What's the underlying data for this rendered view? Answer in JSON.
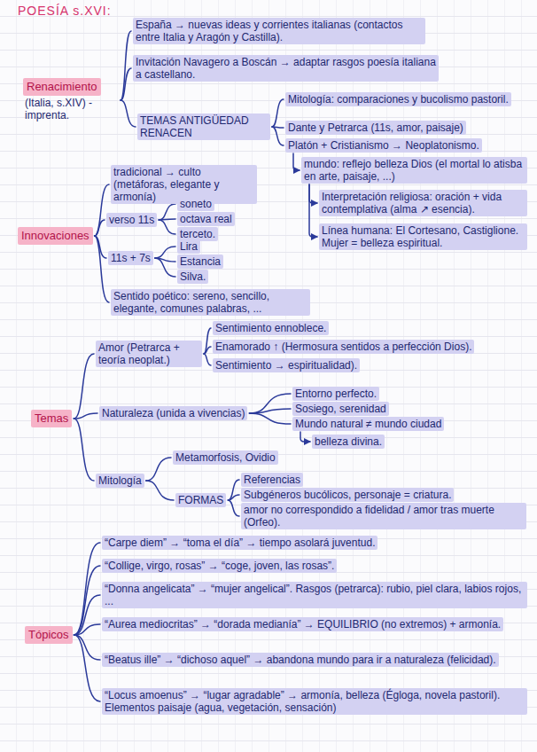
{
  "diagram": {
    "title": "POESÍA s.XVI:",
    "nodes": [
      {
        "text": [
          "Renacimiento",
          "(Italia, s.XIV) - imprenta."
        ]
      },
      {
        "text": [
          "España → nuevas ideas y corrientes italianas (contactos entre Italia y Aragón y Castilla)."
        ]
      },
      {
        "text": [
          "Invitación Navagero a Boscán → adaptar rasgos poesía italiana a castellano."
        ]
      },
      {
        "text": [
          "TEMAS ANTIGÜEDAD RENACEN"
        ]
      },
      {
        "text": [
          "Mitología: comparaciones y bucolismo pastoril."
        ]
      },
      {
        "text": [
          "Dante y Petrarca (11s, amor, paisaje)"
        ]
      },
      {
        "text": [
          "Platón + Cristianismo → Neoplatonismo."
        ]
      },
      {
        "text": [
          "mundo: reflejo belleza Dios (el mortal lo atisba en arte, paisaje, ...)"
        ]
      },
      {
        "text": [
          "Interpretación religiosa: oración + vida contemplativa (alma ↗ esencia)."
        ]
      },
      {
        "text": [
          "Línea humana: El Cortesano, Castiglione. Mujer = belleza espiritual."
        ]
      },
      {
        "text": [
          "Innovaciones"
        ]
      },
      {
        "text": [
          "tradicional → culto (metáforas, elegante y armonía)"
        ]
      },
      {
        "text": [
          "verso 11s"
        ]
      },
      {
        "text": [
          "soneto"
        ]
      },
      {
        "text": [
          "octava real"
        ]
      },
      {
        "text": [
          "terceto."
        ]
      },
      {
        "text": [
          "11s + 7s"
        ]
      },
      {
        "text": [
          "Lira"
        ]
      },
      {
        "text": [
          "Estancia"
        ]
      },
      {
        "text": [
          "Silva."
        ]
      },
      {
        "text": [
          "Sentido poético: sereno, sencillo, elegante, comunes palabras, ..."
        ]
      },
      {
        "text": [
          "Temas"
        ]
      },
      {
        "text": [
          "Amor (Petrarca + teoría neoplat.)"
        ]
      },
      {
        "text": [
          "Sentimiento ennoblece."
        ]
      },
      {
        "text": [
          "Enamorado ↑ (Hermosura sentidos a perfección Dios)."
        ]
      },
      {
        "text": [
          "Sentimiento → espiritualidad)."
        ]
      },
      {
        "text": [
          "Naturaleza (unida a vivencias)"
        ]
      },
      {
        "text": [
          "Entorno perfecto."
        ]
      },
      {
        "text": [
          "Sosiego, serenidad"
        ]
      },
      {
        "text": [
          "Mundo natural ≠ mundo ciudad"
        ]
      },
      {
        "text": [
          "belleza divina."
        ]
      },
      {
        "text": [
          "Mitología"
        ]
      },
      {
        "text": [
          "Metamorfosis, Ovidio"
        ]
      },
      {
        "text": [
          "FORMAS"
        ]
      },
      {
        "text": [
          "Referencias"
        ]
      },
      {
        "text": [
          "Subgéneros bucólicos, personaje = criatura."
        ]
      },
      {
        "text": [
          "amor no correspondido a fidelidad / amor tras muerte (Orfeo)."
        ]
      },
      {
        "text": [
          "Tópicos"
        ]
      },
      {
        "text": [
          "“Carpe diem” → “toma el día” → tiempo asolará juventud."
        ]
      },
      {
        "text": [
          "“Collige, virgo, rosas” → “coge, joven, las rosas”."
        ]
      },
      {
        "text": [
          "“Donna angelicata” → “mujer angelical”. Rasgos (petrarca): rubio, piel clara, labios rojos, ..."
        ]
      },
      {
        "text": [
          "“Aurea mediocritas” → “dorada medianía” → EQUILIBRIO (no extremos) + armonía."
        ]
      },
      {
        "text": [
          "“Beatus ille” → “dichoso aquel” → abandona mundo para ir a naturaleza (felicidad)."
        ]
      },
      {
        "text": [
          "“Locus amoenus” → “lugar agradable” → armonía, belleza (Égloga, novela pastoril). Elementos paisaje (agua, vegetación, sensación)"
        ]
      }
    ],
    "edges": [
      {
        "from": 0,
        "to": 1,
        "arrow": "none"
      },
      {
        "from": 0,
        "to": 2,
        "arrow": "none"
      },
      {
        "from": 0,
        "to": 3,
        "arrow": "none"
      },
      {
        "from": 3,
        "to": 4,
        "arrow": "none"
      },
      {
        "from": 3,
        "to": 5,
        "arrow": "none"
      },
      {
        "from": 3,
        "to": 6,
        "arrow": "none"
      },
      {
        "from": 6,
        "to": 7,
        "arrow": "to"
      },
      {
        "from": 7,
        "to": 8,
        "arrow": "to"
      },
      {
        "from": 7,
        "to": 9,
        "arrow": "to"
      },
      {
        "from": 10,
        "to": 11,
        "arrow": "none"
      },
      {
        "from": 10,
        "to": 12,
        "arrow": "none"
      },
      {
        "from": 10,
        "to": 16,
        "arrow": "none"
      },
      {
        "from": 10,
        "to": 20,
        "arrow": "none"
      },
      {
        "from": 12,
        "to": 13,
        "arrow": "none"
      },
      {
        "from": 12,
        "to": 14,
        "arrow": "none"
      },
      {
        "from": 12,
        "to": 15,
        "arrow": "none"
      },
      {
        "from": 16,
        "to": 17,
        "arrow": "none"
      },
      {
        "from": 16,
        "to": 18,
        "arrow": "none"
      },
      {
        "from": 16,
        "to": 19,
        "arrow": "none"
      },
      {
        "from": 21,
        "to": 22,
        "arrow": "none"
      },
      {
        "from": 21,
        "to": 26,
        "arrow": "none"
      },
      {
        "from": 21,
        "to": 31,
        "arrow": "none"
      },
      {
        "from": 22,
        "to": 23,
        "arrow": "none"
      },
      {
        "from": 22,
        "to": 24,
        "arrow": "none"
      },
      {
        "from": 22,
        "to": 25,
        "arrow": "none"
      },
      {
        "from": 26,
        "to": 27,
        "arrow": "none"
      },
      {
        "from": 26,
        "to": 28,
        "arrow": "none"
      },
      {
        "from": 26,
        "to": 29,
        "arrow": "none"
      },
      {
        "from": 29,
        "to": 30,
        "arrow": "to"
      },
      {
        "from": 31,
        "to": 32,
        "arrow": "none"
      },
      {
        "from": 31,
        "to": 33,
        "arrow": "none"
      },
      {
        "from": 33,
        "to": 34,
        "arrow": "none"
      },
      {
        "from": 33,
        "to": 35,
        "arrow": "none"
      },
      {
        "from": 33,
        "to": 36,
        "arrow": "none"
      },
      {
        "from": 37,
        "to": 38,
        "arrow": "none"
      },
      {
        "from": 37,
        "to": 39,
        "arrow": "none"
      },
      {
        "from": 37,
        "to": 40,
        "arrow": "none"
      },
      {
        "from": 37,
        "to": 41,
        "arrow": "none"
      },
      {
        "from": 37,
        "to": 42,
        "arrow": "none"
      },
      {
        "from": 37,
        "to": 43,
        "arrow": "none"
      }
    ]
  }
}
